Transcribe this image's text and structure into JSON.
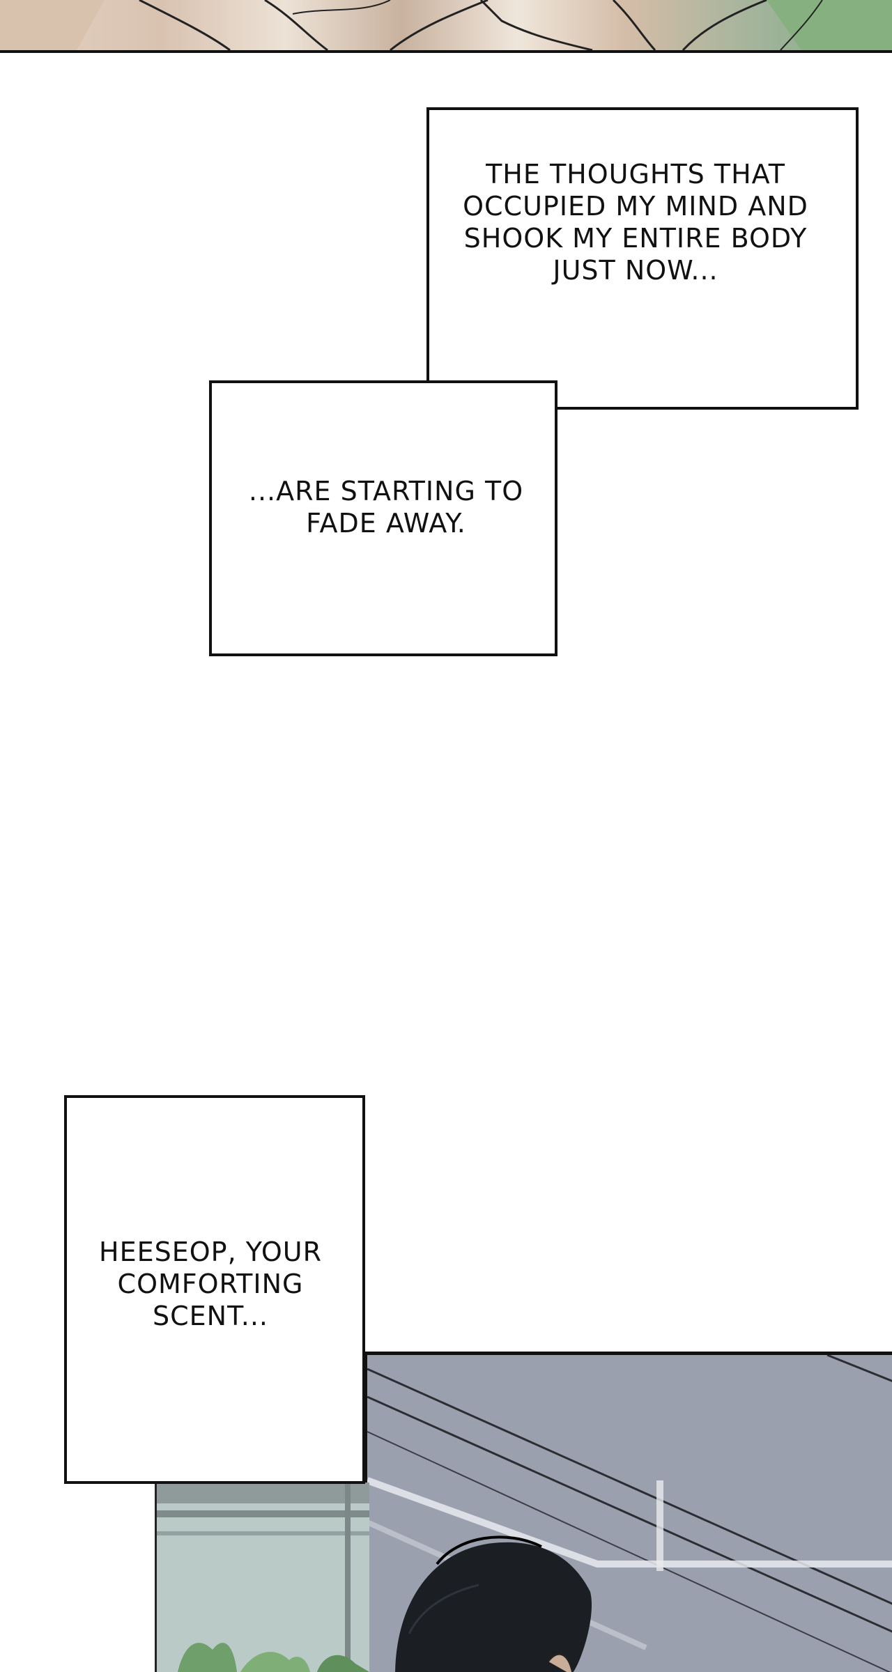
{
  "narration_boxes": [
    {
      "id": "box1",
      "text": "THE THOUGHTS THAT\nOCCUPIED MY MIND AND\nSHOOK MY ENTIRE BODY\nJUST NOW..."
    },
    {
      "id": "box2",
      "text": "...ARE STARTING TO\nFADE AWAY."
    },
    {
      "id": "box3",
      "text": "HEESEOP, YOUR\nCOMFORTING\nSCENT..."
    }
  ],
  "colors": {
    "panel_border": "#111111",
    "background": "#ffffff",
    "sky_gray": "#9aa0ae",
    "greenery": "#6f9f6a"
  },
  "icons": {
    "top_panel": "artwork-hands",
    "bottom_panel": "artwork-character-black-hair"
  }
}
